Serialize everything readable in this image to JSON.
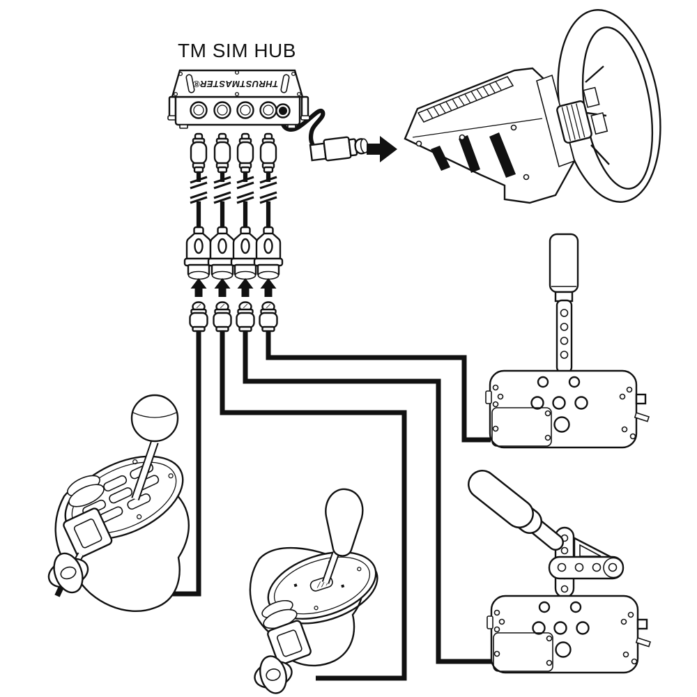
{
  "diagram": {
    "title": "TM SIM HUB",
    "hub": {
      "brand_label": "THRUSTMASTER®",
      "din_ports": 4,
      "output_ports": 1
    },
    "connections": {
      "extension_cables": 4,
      "up_arrows": 4,
      "device_plugs": 4,
      "right_arrow_to_wheel_base": 1
    },
    "colors": {
      "ink": "#111111",
      "paper": "#ffffff"
    }
  }
}
